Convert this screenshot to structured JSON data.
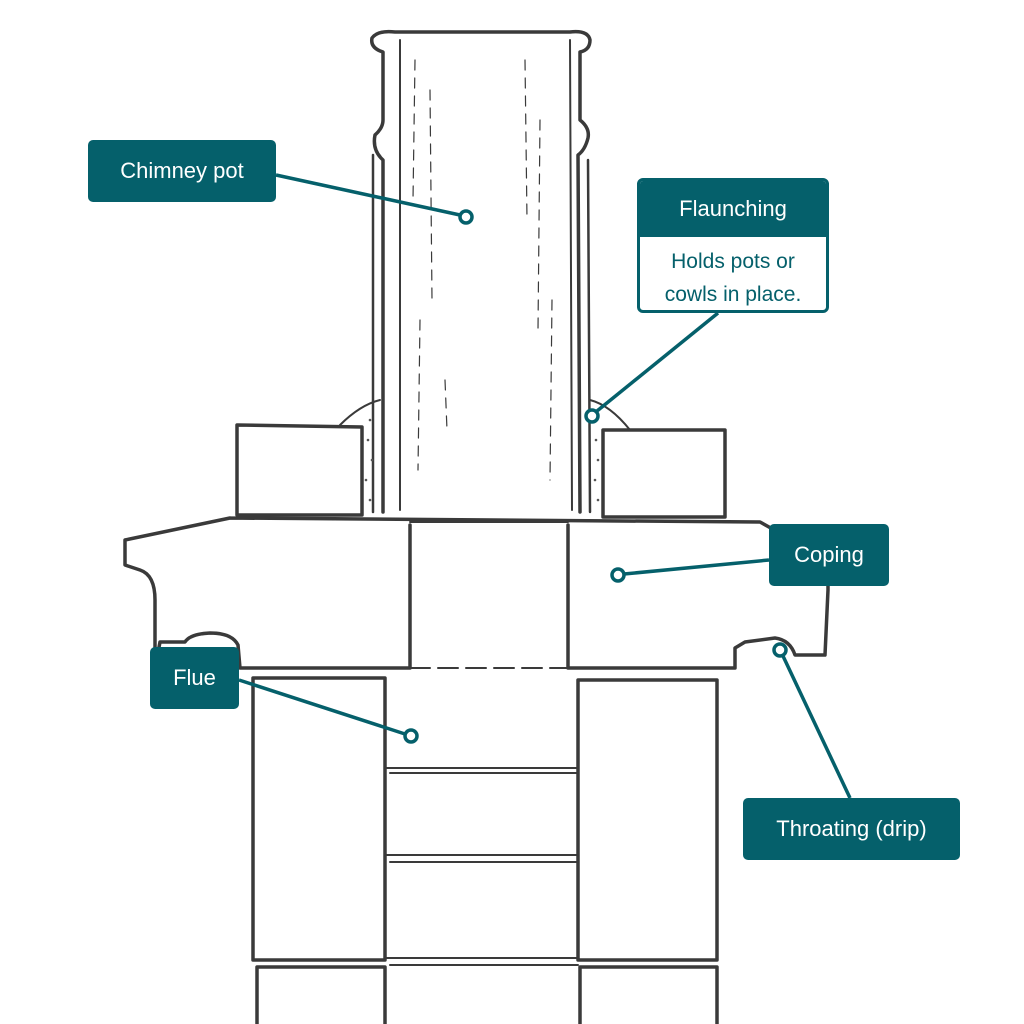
{
  "colors": {
    "accent": "#05606b",
    "sketch": "#3a3a3a"
  },
  "labels": {
    "chimney_pot": "Chimney pot",
    "flaunching": {
      "title": "Flaunching",
      "description_line1": "Holds pots or",
      "description_line2": "cowls in place."
    },
    "coping": "Coping",
    "flue": "Flue",
    "throating": "Throating (drip)"
  }
}
